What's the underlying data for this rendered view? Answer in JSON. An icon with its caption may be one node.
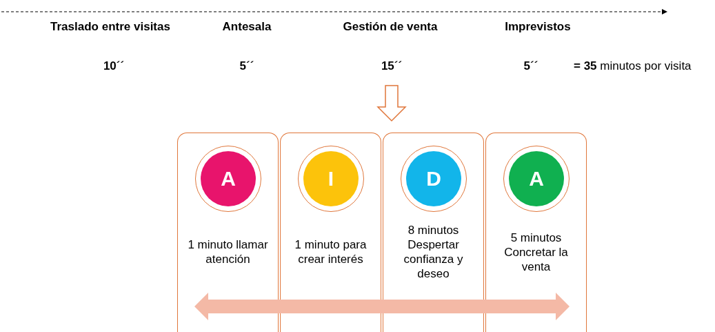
{
  "diagram": {
    "nodes": [
      {
        "text": [
          "1 minuto llamar atención"
        ]
      },
      {
        "text": [
          "A"
        ],
        "in": 0
      },
      {
        "text": [
          "1 minuto para crear interés"
        ]
      },
      {
        "text": [
          "I"
        ],
        "in": 2
      },
      {
        "text": [
          "8 minutos Despertar confianza y deseo"
        ]
      },
      {
        "text": [
          "D"
        ],
        "in": 4
      },
      {
        "text": [
          "5 minutos Concretar la venta"
        ]
      },
      {
        "text": [
          "A"
        ],
        "in": 6
      }
    ],
    "labels": [
      "Traslado entre visitas",
      "Antesala",
      "Gestión de venta",
      "Imprevistos",
      "10´´",
      "5´´",
      "15´´",
      "5´´",
      "**= 35** minutos por visita"
    ]
  }
}
